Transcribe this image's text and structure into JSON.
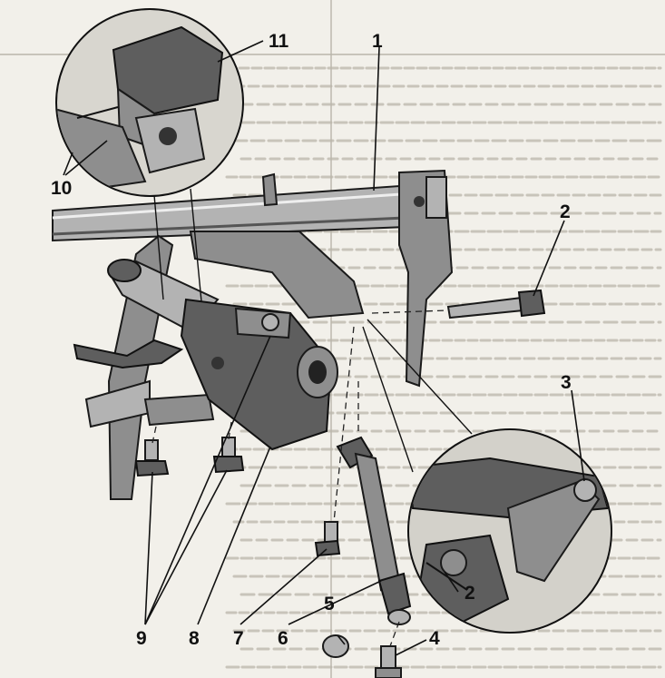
{
  "callouts": [
    {
      "id": "1",
      "label": "1"
    },
    {
      "id": "2",
      "label": "2"
    },
    {
      "id": "3",
      "label": "3"
    },
    {
      "id": "4",
      "label": "4"
    },
    {
      "id": "5",
      "label": "5"
    },
    {
      "id": "6",
      "label": "6"
    },
    {
      "id": "7",
      "label": "7"
    },
    {
      "id": "8",
      "label": "8"
    },
    {
      "id": "9",
      "label": "9"
    },
    {
      "id": "10",
      "label": "10"
    },
    {
      "id": "11",
      "label": "11"
    },
    {
      "id": "2b",
      "label": "2"
    }
  ],
  "colors": {
    "paper": "#f2f0ea",
    "ink": "#111111",
    "metal": "#8e8e8e"
  }
}
